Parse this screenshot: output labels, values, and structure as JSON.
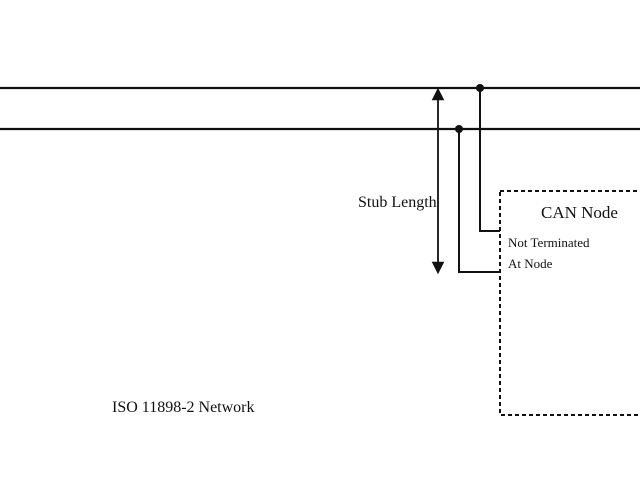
{
  "diagram": {
    "stub_label": "Stub Length",
    "node": {
      "title": "CAN Node",
      "note_line1": "Not Terminated",
      "note_line2": "At Node"
    },
    "network_label": "ISO 11898-2 Network"
  },
  "colors": {
    "line": "#111111",
    "background": "#ffffff"
  }
}
